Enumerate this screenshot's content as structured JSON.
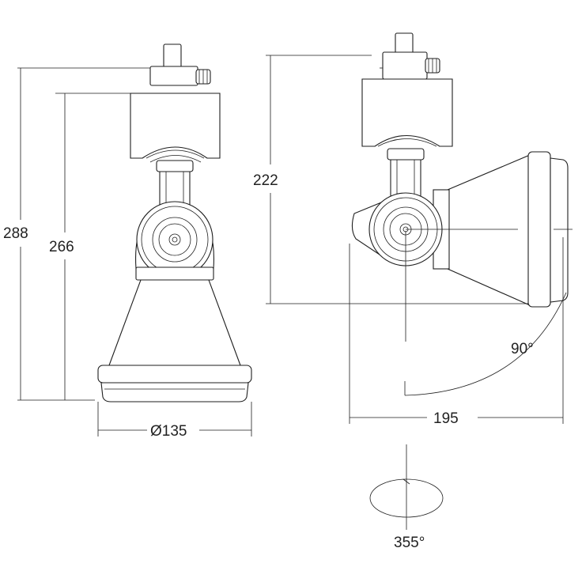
{
  "dimensions": {
    "overall_height": "288",
    "body_height": "266",
    "diameter": "Ø135",
    "side_height": "222",
    "depth": "195",
    "tilt_angle": "90°",
    "rotation_angle": "355°"
  }
}
